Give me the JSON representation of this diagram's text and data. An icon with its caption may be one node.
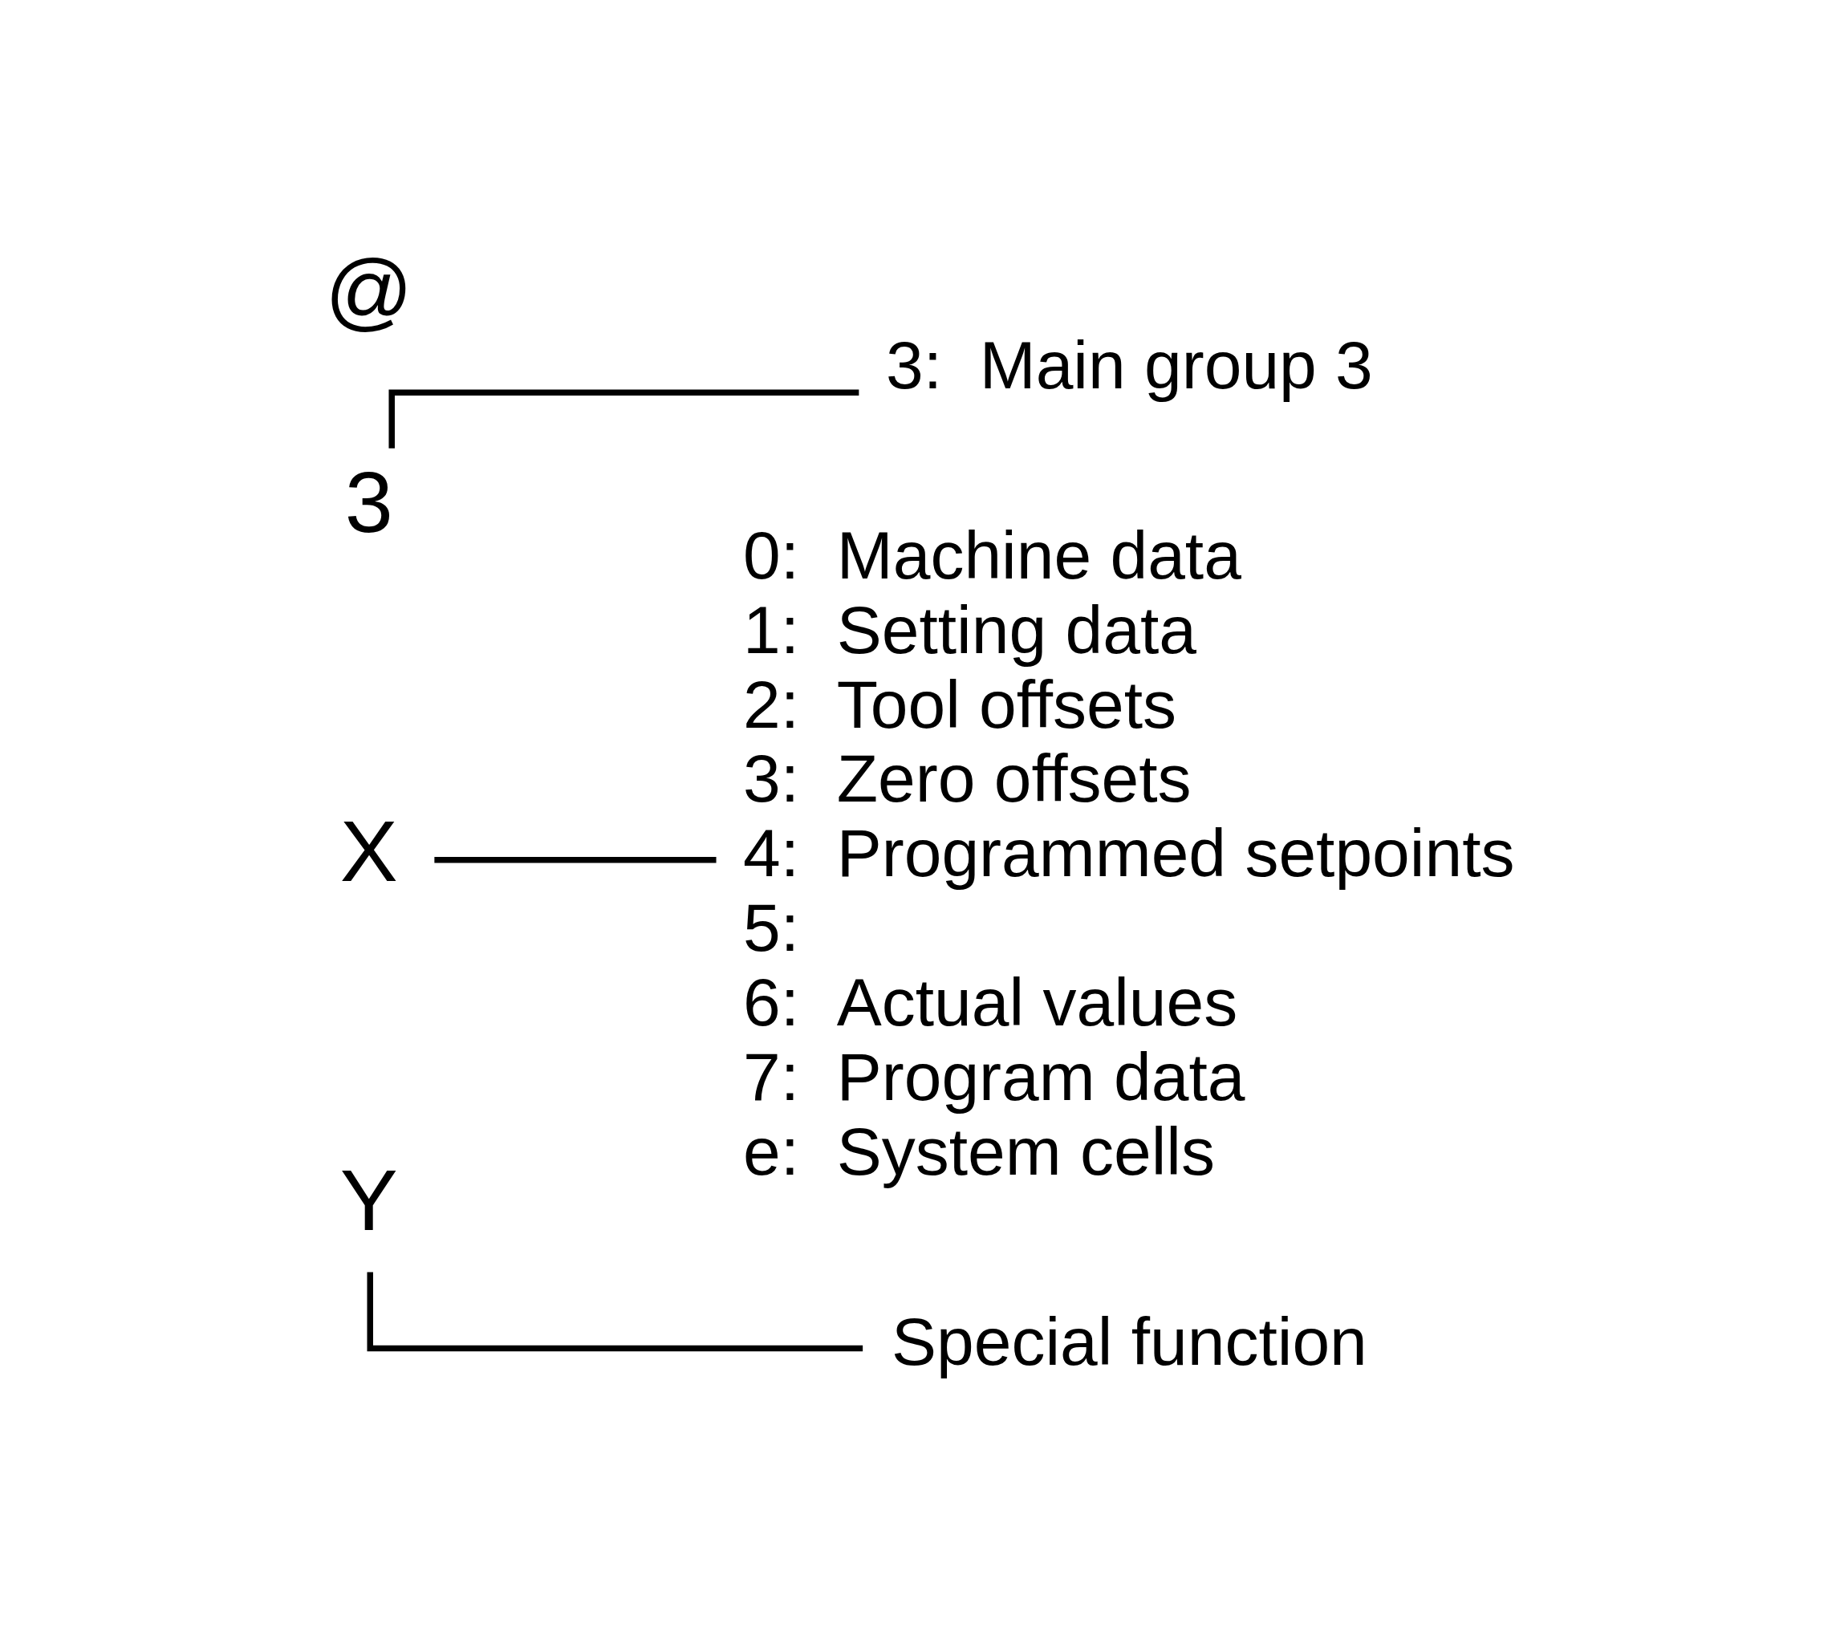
{
  "diagram": {
    "nodes": [
      {
        "text": [
          "3"
        ]
      },
      {
        "text": [
          "X"
        ]
      },
      {
        "text": [
          "Y"
        ]
      },
      {
        "text": [
          "Special function"
        ]
      },
      {
        "text": [
          "0:  Machine data",
          "1:  Setting data",
          "2:  Tool offsets",
          "3:  Zero offsets",
          "4:  Programmed setpoints",
          "5:",
          "6:  Actual values",
          "7:  Program data",
          "e:  System cells"
        ]
      },
      {
        "text": [
          "3:  Main group 3"
        ]
      }
    ],
    "edges": [
      {
        "from": 2,
        "to": 3,
        "arrow": "none"
      },
      {
        "from": 1,
        "to": 4,
        "arrow": "none"
      },
      {
        "from": 0,
        "to": 5,
        "arrow": "none"
      }
    ],
    "labels": [
      "@"
    ]
  }
}
